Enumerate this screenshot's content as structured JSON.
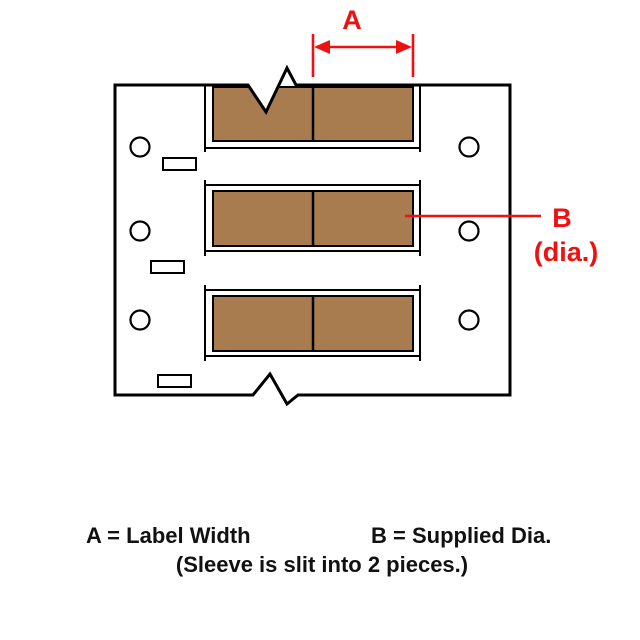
{
  "colors": {
    "sleeve": "#a87c4f",
    "accent": "#ee1111",
    "line": "#000000",
    "background": "#ffffff"
  },
  "diagram": {
    "dim_a_label": "A",
    "dim_b_label": "B",
    "dim_b_sub_label": "(dia.)"
  },
  "legend": {
    "a_definition": "A = Label Width",
    "b_definition": "B = Supplied Dia.",
    "note": "(Sleeve is slit into 2 pieces.)"
  }
}
